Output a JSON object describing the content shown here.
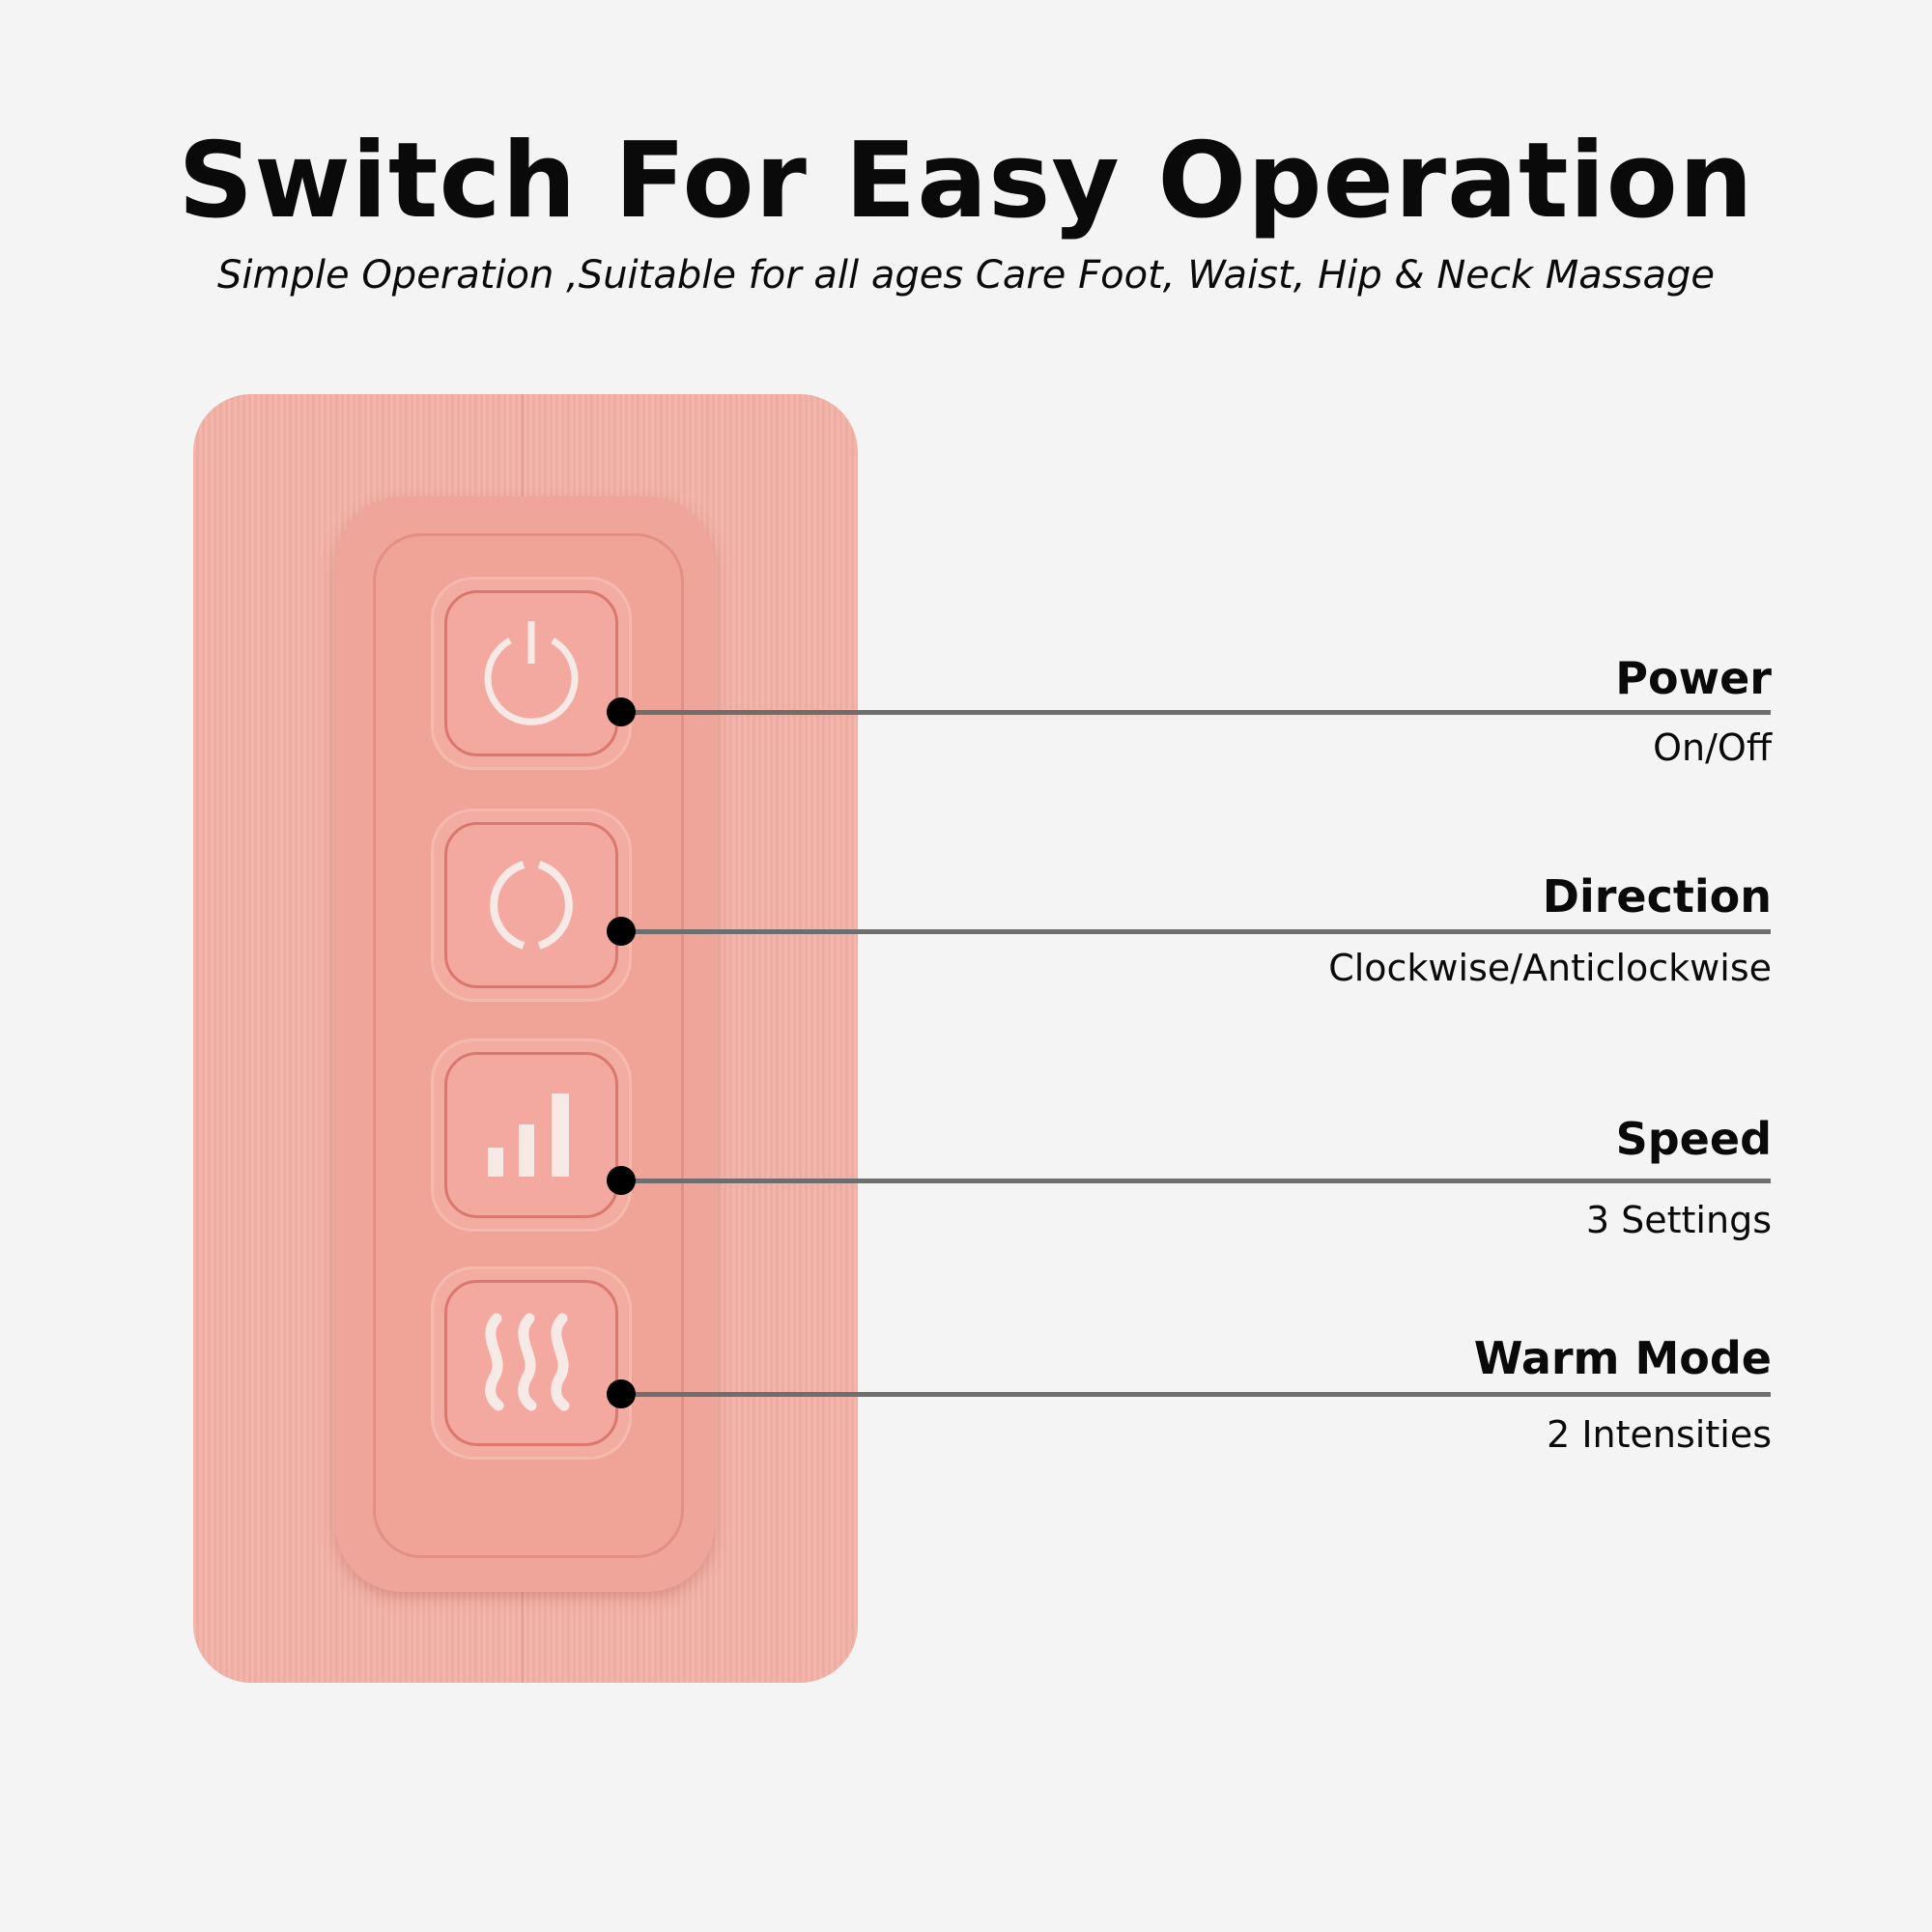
{
  "header": {
    "title": "Switch For Easy Operation",
    "subtitle": "Simple Operation ,Suitable for all ages Care Foot, Waist, Hip & Neck Massage"
  },
  "controls": [
    {
      "name": "Power",
      "detail": "On/Off",
      "icon": "power-icon"
    },
    {
      "name": "Direction",
      "detail": "Clockwise/Anticlockwise",
      "icon": "rotate-icon"
    },
    {
      "name": "Speed",
      "detail": "3 Settings",
      "icon": "signal-bars-icon"
    },
    {
      "name": "Warm Mode",
      "detail": "2 Intensities",
      "icon": "heat-icon"
    }
  ],
  "colors": {
    "background": "#f4f4f4",
    "pink": "#f2aca2",
    "line": "#6e6e6e"
  }
}
